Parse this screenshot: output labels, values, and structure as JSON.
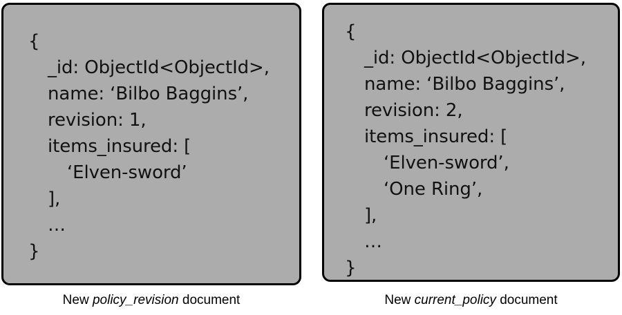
{
  "figure": {
    "type": "two-panel-document-comparison",
    "background_color": "#ffffff",
    "panel_fill_color": "#acacac",
    "panel_border_color": "#000000",
    "text_color": "#111111"
  },
  "panels": [
    {
      "id": "policy_revision",
      "code_lines": [
        {
          "indent": 0,
          "text": "{"
        },
        {
          "indent": 1,
          "text": "_id: ObjectId<ObjectId>,"
        },
        {
          "indent": 1,
          "text": "name: ‘Bilbo Baggins’,"
        },
        {
          "indent": 1,
          "text": "revision: 1,"
        },
        {
          "indent": 1,
          "text": "items_insured: ["
        },
        {
          "indent": 2,
          "text": "‘Elven-sword’"
        },
        {
          "indent": 1,
          "text": "],"
        },
        {
          "indent": 1,
          "text": "…"
        },
        {
          "indent": 0,
          "text": "}"
        }
      ],
      "caption": {
        "prefix": "New ",
        "emphasis": "policy_revision",
        "suffix": " document"
      }
    },
    {
      "id": "current_policy",
      "code_lines": [
        {
          "indent": 0,
          "text": "{"
        },
        {
          "indent": 1,
          "text": "_id: ObjectId<ObjectId>,"
        },
        {
          "indent": 1,
          "text": "name: ‘Bilbo Baggins’,"
        },
        {
          "indent": 1,
          "text": "revision: 2,"
        },
        {
          "indent": 1,
          "text": "items_insured: ["
        },
        {
          "indent": 2,
          "text": "‘Elven-sword’,"
        },
        {
          "indent": 2,
          "text": "‘One Ring’,"
        },
        {
          "indent": 1,
          "text": "],"
        },
        {
          "indent": 1,
          "text": "…"
        },
        {
          "indent": 0,
          "text": "}"
        }
      ],
      "caption": {
        "prefix": "New ",
        "emphasis": "current_policy",
        "suffix": " document"
      }
    }
  ]
}
